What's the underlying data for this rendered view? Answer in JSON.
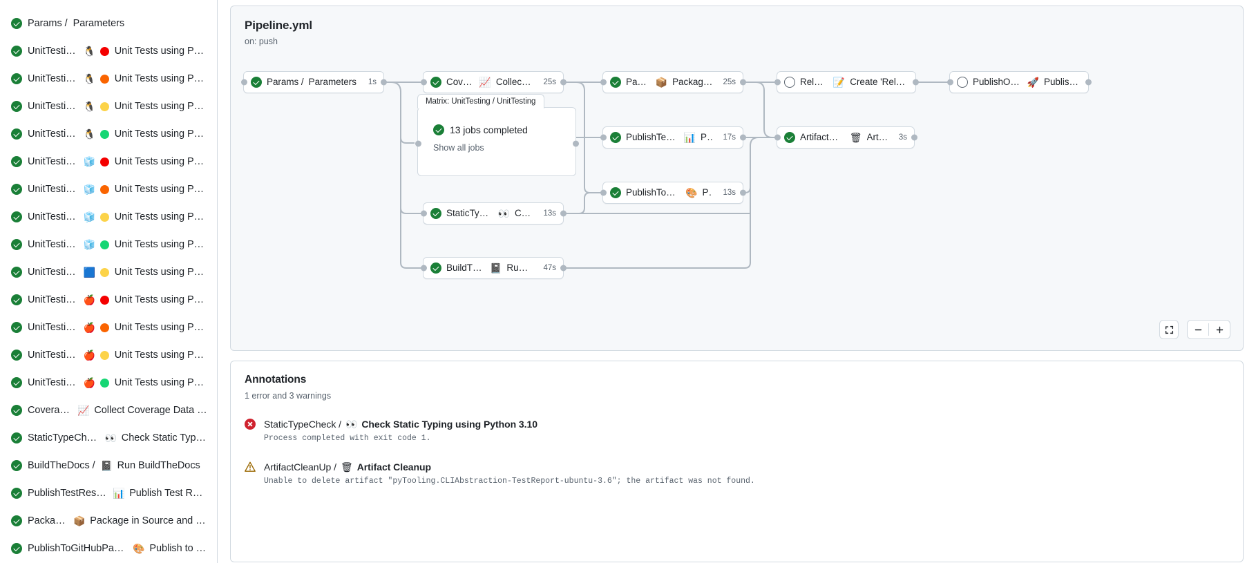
{
  "sidebar": {
    "items": [
      {
        "status": "success",
        "job": "Params / ",
        "os_icon": "",
        "pydot": "",
        "name": "Parameters"
      },
      {
        "status": "success",
        "job": "UnitTesting / ",
        "os_icon": "🐧",
        "pydot": "#f40000",
        "name": "Unit Tests using Pyth..."
      },
      {
        "status": "success",
        "job": "UnitTesting / ",
        "os_icon": "🐧",
        "pydot": "#fa6400",
        "name": "Unit Tests using Pyth..."
      },
      {
        "status": "success",
        "job": "UnitTesting / ",
        "os_icon": "🐧",
        "pydot": "#fcd349",
        "name": "Unit Tests using Pyth..."
      },
      {
        "status": "success",
        "job": "UnitTesting / ",
        "os_icon": "🐧",
        "pydot": "#16d674",
        "name": "Unit Tests using Pyth..."
      },
      {
        "status": "success",
        "job": "UnitTesting / ",
        "os_icon": "🧊",
        "pydot": "#f40000",
        "name": "Unit Tests using Pyth..."
      },
      {
        "status": "success",
        "job": "UnitTesting / ",
        "os_icon": "🧊",
        "pydot": "#fa6400",
        "name": "Unit Tests using Pyth..."
      },
      {
        "status": "success",
        "job": "UnitTesting / ",
        "os_icon": "🧊",
        "pydot": "#fcd349",
        "name": "Unit Tests using Pyth..."
      },
      {
        "status": "success",
        "job": "UnitTesting / ",
        "os_icon": "🧊",
        "pydot": "#16d674",
        "name": "Unit Tests using Pyth..."
      },
      {
        "status": "success",
        "job": "UnitTesting / ",
        "os_icon": "🟦",
        "pydot": "#fcd349",
        "name": "Unit Tests using Pyth..."
      },
      {
        "status": "success",
        "job": "UnitTesting / ",
        "os_icon": "🍎",
        "pydot": "#f40000",
        "name": "Unit Tests using Pyth..."
      },
      {
        "status": "success",
        "job": "UnitTesting / ",
        "os_icon": "🍎",
        "pydot": "#fa6400",
        "name": "Unit Tests using Pyth..."
      },
      {
        "status": "success",
        "job": "UnitTesting / ",
        "os_icon": "🍎",
        "pydot": "#fcd349",
        "name": "Unit Tests using Pyth..."
      },
      {
        "status": "success",
        "job": "UnitTesting / ",
        "os_icon": "🍎",
        "pydot": "#16d674",
        "name": "Unit Tests using Pyth..."
      },
      {
        "status": "success",
        "job": "Coverage / ",
        "os_icon": "📈",
        "pydot": "",
        "name": "Collect Coverage Data usi..."
      },
      {
        "status": "success",
        "job": "StaticTypeCheck / ",
        "os_icon": "👀",
        "pydot": "",
        "name": "Check Static Typing..."
      },
      {
        "status": "success",
        "job": "BuildTheDocs / ",
        "os_icon": "📓",
        "pydot": "",
        "name": "Run BuildTheDocs"
      },
      {
        "status": "success",
        "job": "PublishTestResults / ",
        "os_icon": "📊",
        "pydot": "",
        "name": "Publish Test Resu..."
      },
      {
        "status": "success",
        "job": "Package / ",
        "os_icon": "📦",
        "pydot": "",
        "name": "Package in Source and Wh..."
      },
      {
        "status": "success",
        "job": "PublishToGitHubPages / ",
        "os_icon": "🎨",
        "pydot": "",
        "name": "Publish to G..."
      }
    ]
  },
  "graph": {
    "title": "Pipeline.yml",
    "trigger": "on: push",
    "nodes": [
      {
        "id": "params",
        "status": "success",
        "job": "Params / ",
        "emoji": "",
        "name": "Parameters",
        "time": "1s"
      },
      {
        "id": "coverage",
        "status": "success",
        "job": "Coverage / ",
        "emoji": "📈",
        "name": "Collect Cove...",
        "time": "25s"
      },
      {
        "id": "package",
        "status": "success",
        "job": "Package / ",
        "emoji": "📦",
        "name": "Package in So...",
        "time": "25s"
      },
      {
        "id": "release",
        "status": "skipped",
        "job": "Release / ",
        "emoji": "📝",
        "name": "Create 'Release P...",
        "time": ""
      },
      {
        "id": "pypi",
        "status": "skipped",
        "job": "PublishOnPyPI / ",
        "emoji": "🚀",
        "name": "Publish to ...",
        "time": ""
      },
      {
        "id": "testresults",
        "status": "success",
        "job": "PublishTestResults / ",
        "emoji": "📊",
        "name": "Pu...",
        "time": "17s"
      },
      {
        "id": "artifact",
        "status": "success",
        "job": "ArtifactCleanUp / ",
        "emoji": "🗑",
        "name": "Artifac...",
        "time": "3s"
      },
      {
        "id": "ghpages",
        "status": "success",
        "job": "PublishToGitHubPages / ",
        "emoji": "🎨",
        "name": "Pu...",
        "time": "13s"
      },
      {
        "id": "statictype",
        "status": "success",
        "job": "StaticTypeCheck / ",
        "emoji": "👀",
        "name": "Chec...",
        "time": "13s"
      },
      {
        "id": "buildthedocs",
        "status": "success",
        "job": "BuildTheDocs / ",
        "emoji": "📓",
        "name": "Run Buil...",
        "time": "47s"
      }
    ],
    "matrix": {
      "tab_label": "Matrix: UnitTesting / UnitTesting",
      "jobs_label": "13 jobs completed",
      "show_all_label": "Show all jobs",
      "status": "success"
    },
    "controls": {
      "fullscreen": "fullscreen-icon",
      "zoom_out": "minus-icon",
      "zoom_in": "plus-icon"
    }
  },
  "annotations": {
    "title": "Annotations",
    "summary": "1 error and 3 warnings",
    "items": [
      {
        "level": "error",
        "job": "StaticTypeCheck / ",
        "emoji": "👀",
        "name": "Check Static Typing using Python 3.10",
        "message": "Process completed with exit code 1."
      },
      {
        "level": "warning",
        "job": "ArtifactCleanUp / ",
        "emoji": "🗑",
        "name": "Artifact Cleanup",
        "message": "Unable to delete artifact \"pyTooling.CLIAbstraction-TestReport-ubuntu-3.6\"; the artifact was not found."
      }
    ]
  },
  "colors": {
    "success": "#1a7f37",
    "error": "#cf222e",
    "warning": "#9a6700",
    "border": "#d1d9e0",
    "canvas": "#f6f8fa",
    "edge": "#afb8c1",
    "muted": "#59636e"
  }
}
